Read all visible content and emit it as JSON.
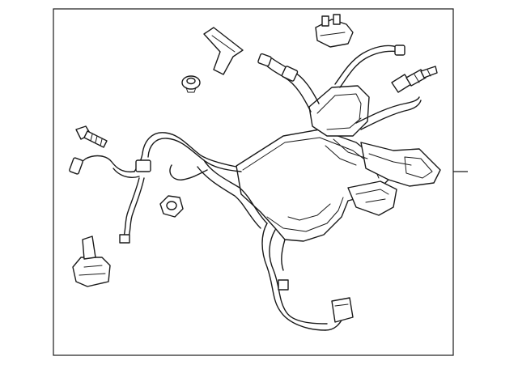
{
  "diagram": {
    "parts": [
      "wiring-harness",
      "bracket",
      "connector",
      "bolt",
      "push-pin",
      "grommet",
      "sensor",
      "connector-housing"
    ],
    "callout_leader": "leader-line"
  }
}
